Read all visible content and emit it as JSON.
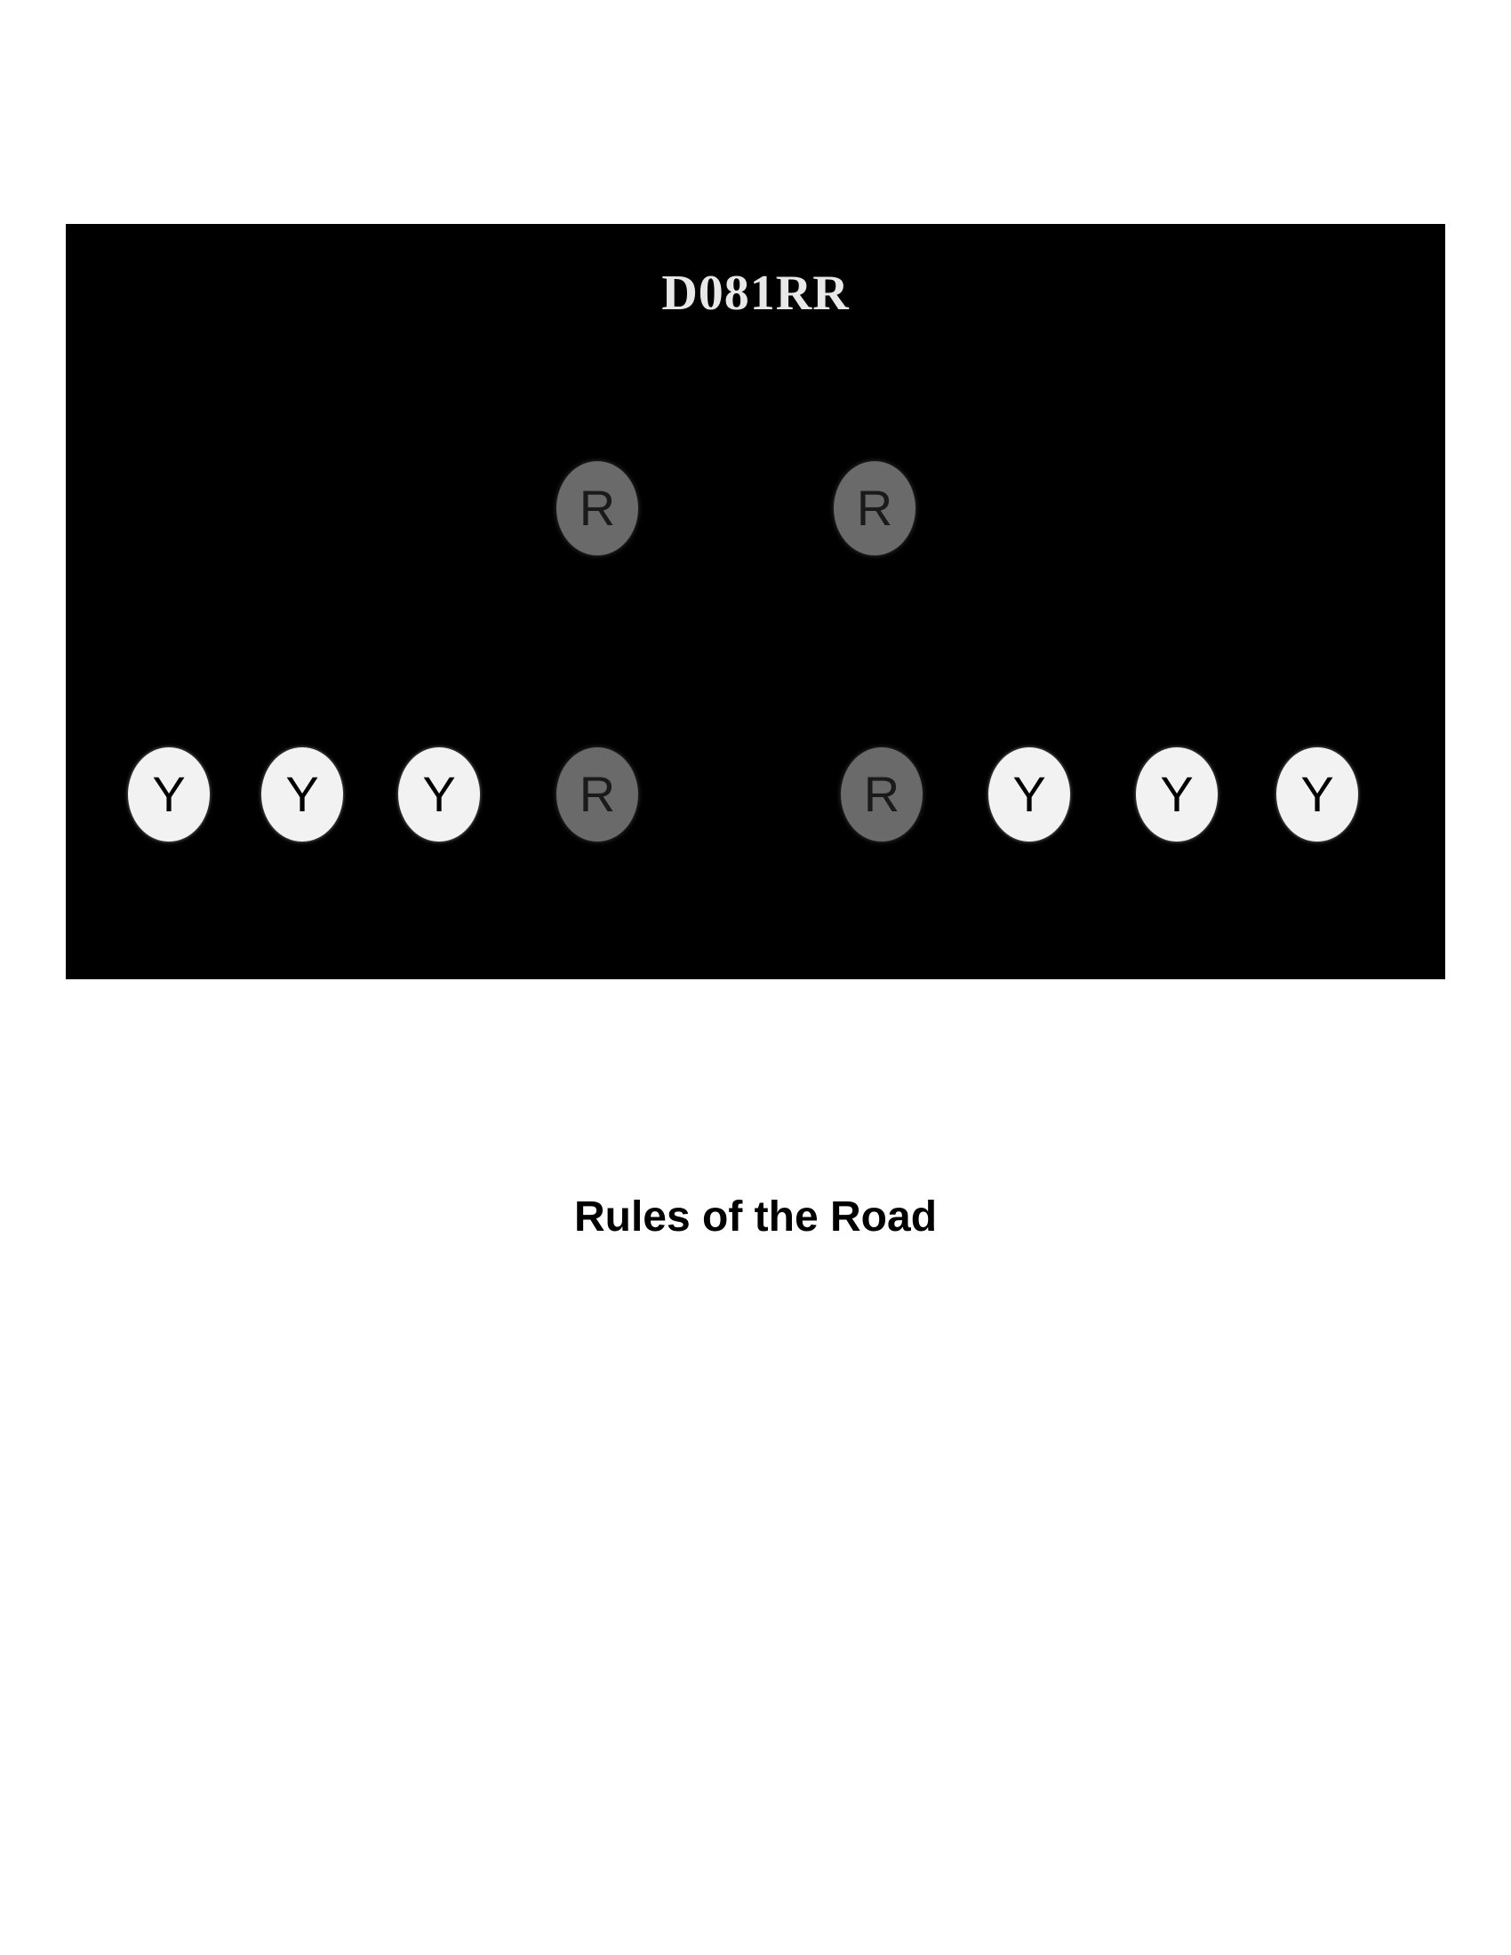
{
  "panel": {
    "code": "D081RR",
    "background_color": "#000000",
    "upper_row": [
      {
        "letter": "R",
        "color": "red"
      },
      {
        "letter": "R",
        "color": "red"
      }
    ],
    "lower_row": [
      {
        "letter": "Y",
        "color": "yellow"
      },
      {
        "letter": "Y",
        "color": "yellow"
      },
      {
        "letter": "Y",
        "color": "yellow"
      },
      {
        "letter": "R",
        "color": "red"
      },
      {
        "letter": "R",
        "color": "red"
      },
      {
        "letter": "Y",
        "color": "yellow"
      },
      {
        "letter": "Y",
        "color": "yellow"
      },
      {
        "letter": "Y",
        "color": "yellow"
      }
    ]
  },
  "caption": "Rules of the Road"
}
